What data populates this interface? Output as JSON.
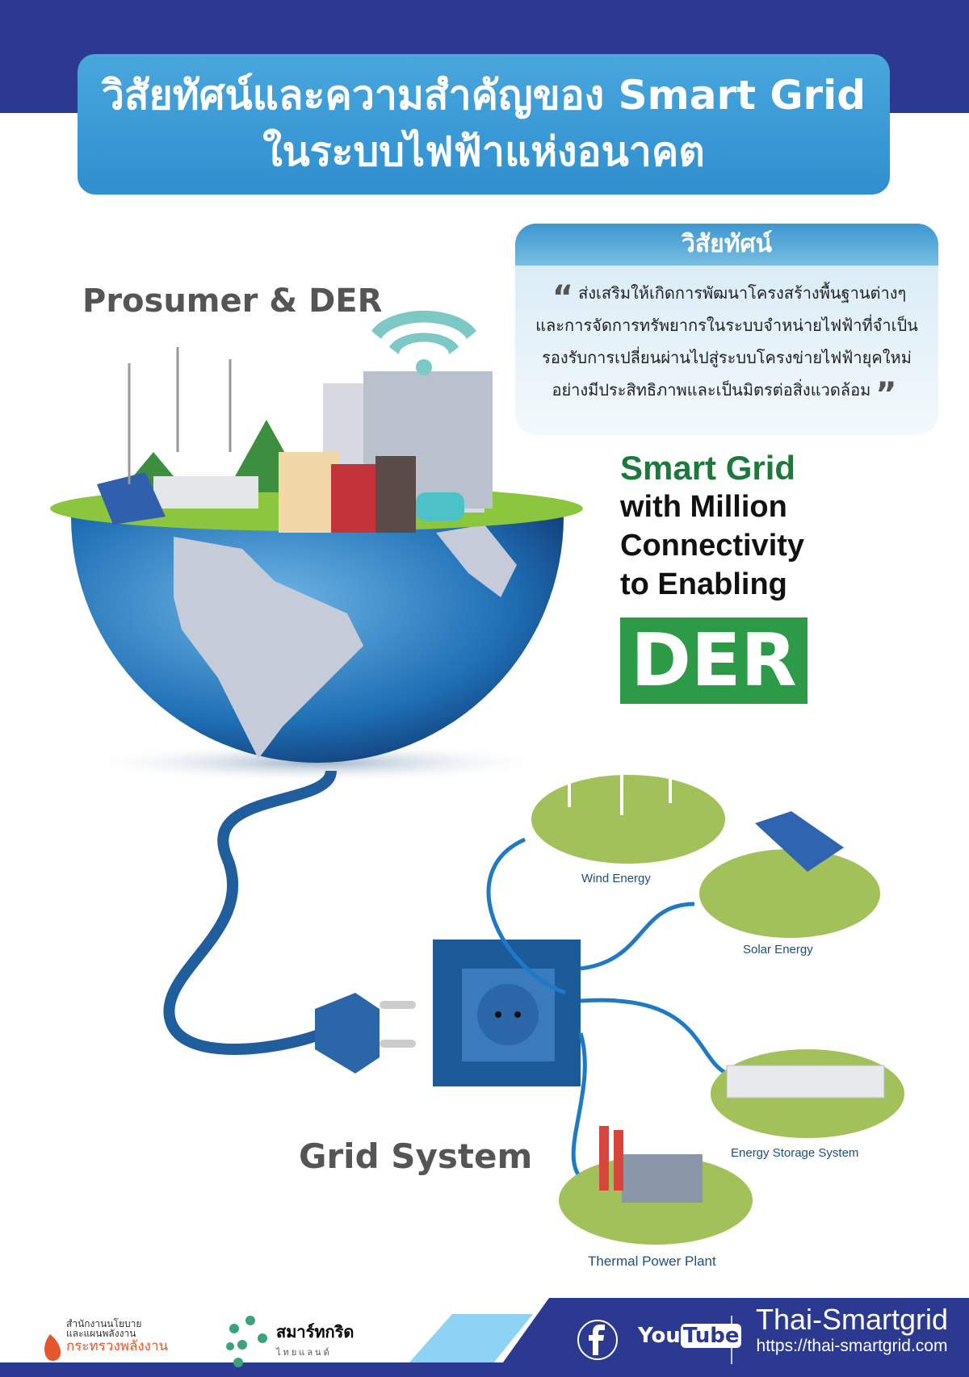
{
  "title": {
    "line1": "วิสัยทัศน์และความสำคัญของ Smart Grid",
    "line2": "ในระบบไฟฟ้าแห่งอนาคต"
  },
  "vision": {
    "heading": "วิสัยทัศน์",
    "lines": [
      "ส่งเสริมให้เกิดการพัฒนาโครงสร้างพื้นฐานต่างๆ",
      "และการจัดการทรัพยากรในระบบจำหน่ายไฟฟ้าที่จำเป็น",
      "รองรับการเปลี่ยนผ่านไปสู่ระบบโครงข่ายไฟฟ้ายุคใหม่",
      "อย่างมีประสิทธิภาพและเป็นมิตรต่อสิ่งแวดล้อม"
    ]
  },
  "prosumer": "Prosumer & DER",
  "tagline": {
    "l1": "Smart Grid",
    "l2": "with Million",
    "l3": "Connectivity",
    "l4": "to Enabling",
    "der": "DER"
  },
  "grid_system": "Grid System",
  "sources": [
    "Wind Energy",
    "Solar Energy",
    "Energy Storage System",
    "Thermal Power Plant"
  ],
  "footer": {
    "org_l1": "สำนักงานนโยบาย",
    "org_l2": "และแผนพลังงาน",
    "org_l3": "กระทรวงพลังงาน",
    "sg_name": "สมาร์ทกริด",
    "sg_sub": "ไทยแลนด์",
    "youtube_you": "You",
    "youtube_tube": "Tube",
    "brand": "Thai-Smartgrid",
    "url": "https://thai-smartgrid.com"
  },
  "colors": {
    "navy": "#2b3990",
    "blue": "#3c97cf",
    "green": "#2d9a47"
  }
}
